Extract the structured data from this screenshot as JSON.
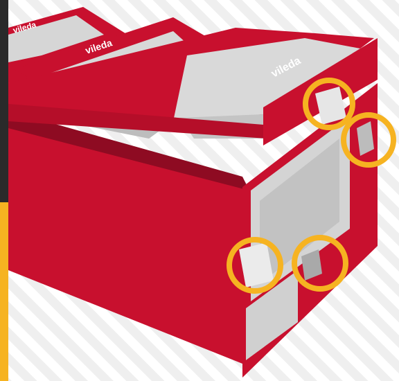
{
  "image": {
    "subject": "red cardboard display tray with highlighted locking tabs",
    "brand_label": "vileda",
    "highlight_markers": [
      {
        "id": "tab-top-front"
      },
      {
        "id": "tab-top-side"
      },
      {
        "id": "tab-bottom-front"
      },
      {
        "id": "tab-bottom-side"
      }
    ],
    "colors": {
      "box_red": "#c8102e",
      "box_red_dark": "#8e0b22",
      "inner_grey": "#d9d9d9",
      "highlight_ring": "#f6b321",
      "stripe_bg": "#eeeeee",
      "left_bar_dark": "#2a2a2a",
      "left_bar_yellow": "#f6b321"
    }
  }
}
